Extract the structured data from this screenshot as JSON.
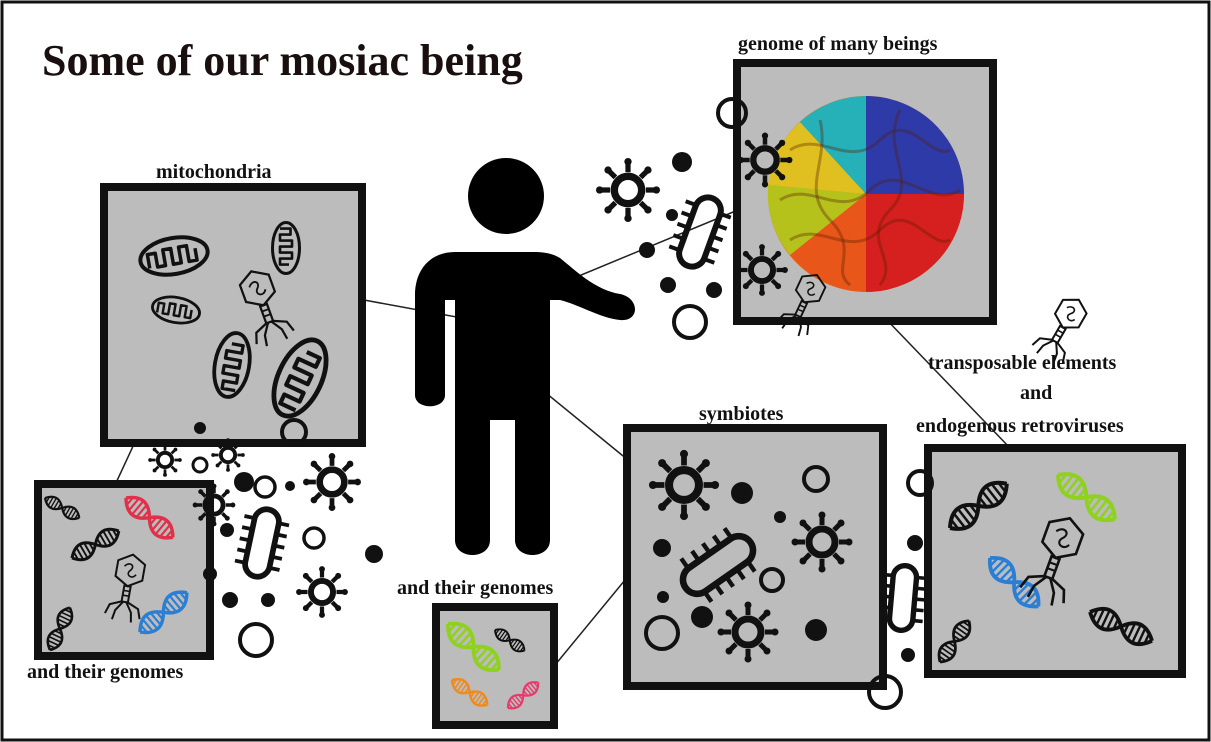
{
  "title": "Some of our mosiac being",
  "labels": {
    "mitochondria": "mitochondria",
    "genome_many": "genome of many beings",
    "symbiotes": "symbiotes",
    "transposable_1": "transposable elements",
    "transposable_2": "and",
    "transposable_3": "endogenous retroviruses",
    "their_genomes_left": "and their genomes",
    "their_genomes_center": "and their genomes"
  },
  "colors": {
    "box_fill": "#bcbcbc",
    "ink": "#111111",
    "dna_red": "#e0304a",
    "dna_blue": "#2a7fd4",
    "dna_green": "#8fd11f",
    "dna_orange": "#f08a1a",
    "dna_pink": "#e83a6a"
  },
  "icons": [
    "person-icon",
    "mitochondrion-icon",
    "virus-icon",
    "bacterium-icon",
    "bacteriophage-icon",
    "dna-icon",
    "chromatin-ball-icon"
  ]
}
